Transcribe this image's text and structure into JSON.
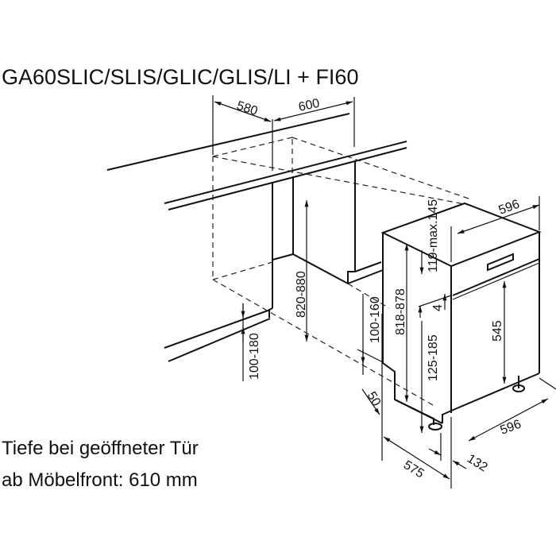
{
  "title": "GA60SLIC/SLIS/GLIC/GLIS/LI + FI60",
  "note": {
    "line1": "Tiefe bei geöffneter Tür",
    "line2": "ab Möbelfront: 610 mm"
  },
  "dimensions": {
    "niche_depth": "580",
    "niche_width": "600",
    "niche_height": "820-880",
    "plinth_height_left": "100-180",
    "plinth_height_right": "100-160",
    "plinth_offset": "50",
    "appliance_height": "818-878",
    "panel_gap": "119-max.145",
    "gap_4": "4",
    "door_bottom": "125-185",
    "door_height": "545",
    "width_top": "596",
    "width_bottom": "596",
    "depth": "575",
    "foot_depth": "132"
  }
}
